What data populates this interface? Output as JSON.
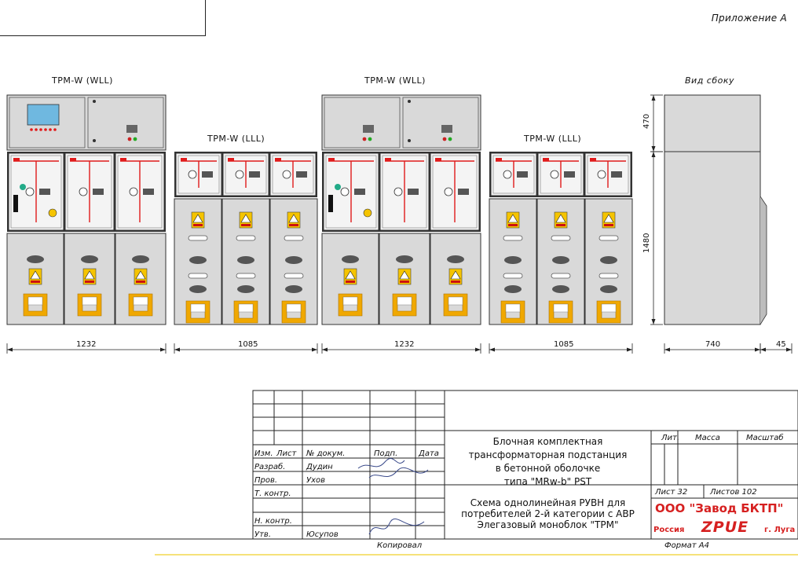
{
  "header": {
    "appendix": "Приложение А"
  },
  "units": [
    {
      "caption": "TPM-W (WLL)",
      "width": "1232"
    },
    {
      "caption": "TPM-W (LLL)",
      "width": "1085"
    },
    {
      "caption": "TPM-W (WLL)",
      "width": "1232"
    },
    {
      "caption": "TPM-W (LLL)",
      "width": "1085"
    }
  ],
  "side_view": {
    "caption": "Вид сбоку",
    "height_top": "470",
    "height_main": "1480",
    "depth": "740",
    "extra": "45"
  },
  "title_block": {
    "col_headers": [
      "Изм.",
      "Лист",
      "№ докум.",
      "Подп.",
      "Дата"
    ],
    "roles": [
      {
        "role": "Разраб.",
        "name": "Дудин"
      },
      {
        "role": "Пров.",
        "name": "Ухов"
      },
      {
        "role": "Т. контр.",
        "name": ""
      },
      {
        "role": "",
        "name": ""
      },
      {
        "role": "Н. контр.",
        "name": ""
      },
      {
        "role": "Утв.",
        "name": "Юсупов"
      }
    ],
    "title_lines": [
      "Блочная комплектная",
      "трансформаторная подстанция",
      "в бетонной оболочке",
      "типа \"MRw-b\" PST"
    ],
    "subtitle_lines": [
      "Схема однолинейная РУВН для",
      "потребителей 2-й категории с АВР",
      "Элегазовый моноблок \"ТРМ\""
    ],
    "lit_label": "Лит.",
    "mass_label": "Масса",
    "scale_label": "Масштаб",
    "sheet": "Лист 32",
    "sheets": "Листов 102",
    "org_name": "ООО \"Завод БКТП\"",
    "org_country": "Россия",
    "org_logo": "ZPUE",
    "org_city": "г. Луга",
    "copied": "Копировал",
    "format": "Формат А4"
  },
  "colors": {
    "panel": "#d9d9d9",
    "panel_dark": "#bdbdbd",
    "bus_red": "#e01b1b",
    "warning_yellow": "#f5c400",
    "handle_orange": "#f0a800",
    "org_red": "#d62020",
    "guide_yellow": "#f6e27a"
  }
}
